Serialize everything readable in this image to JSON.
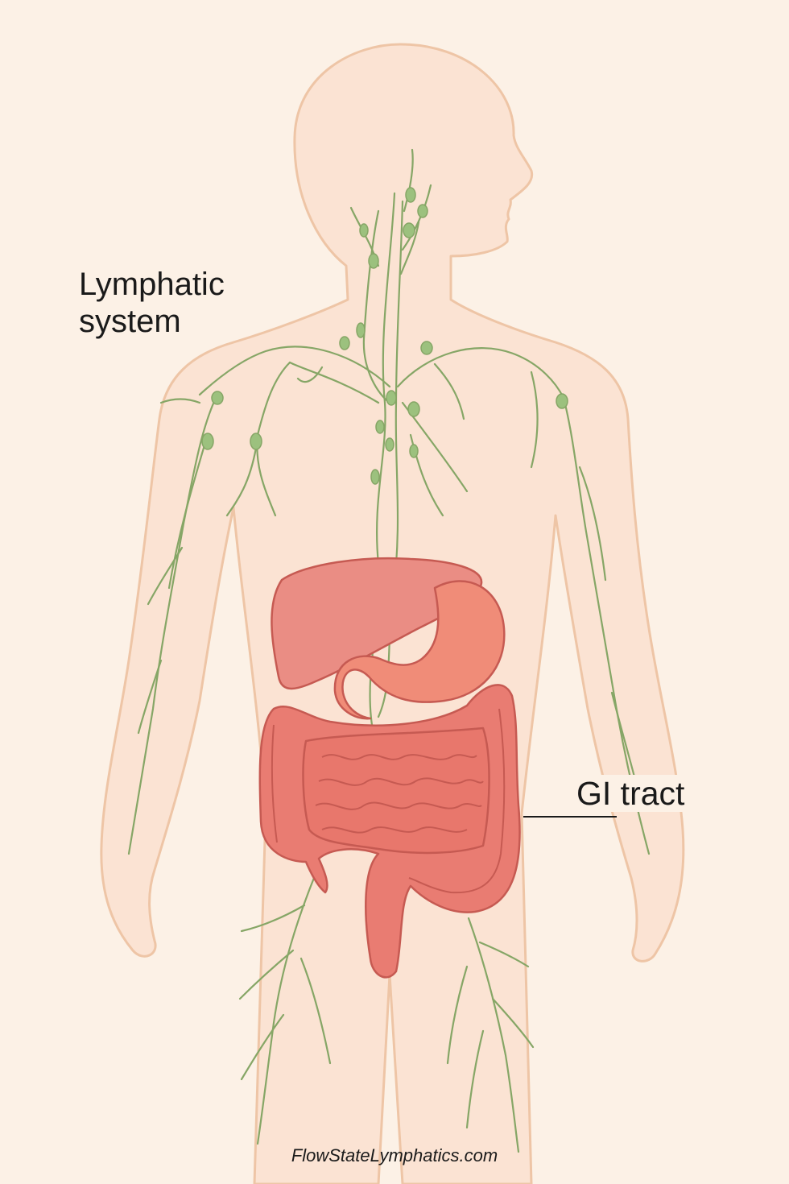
{
  "labels": {
    "lymphatic_line1": "Lymphatic",
    "lymphatic_line2": "system",
    "gi_tract": "GI tract"
  },
  "footer": {
    "website": "FlowStateLymphatics.com"
  },
  "colors": {
    "background": "#fcf1e6",
    "body_fill": "#fbe3d3",
    "body_outline": "#eec5a6",
    "lymph_vessel": "#86a666",
    "lymph_node": "#9cc17e",
    "organ_fill": "#e97c72",
    "organ_outline": "#c65a52",
    "liver_fill": "#ea8d84",
    "stomach_fill": "#f08c78"
  }
}
